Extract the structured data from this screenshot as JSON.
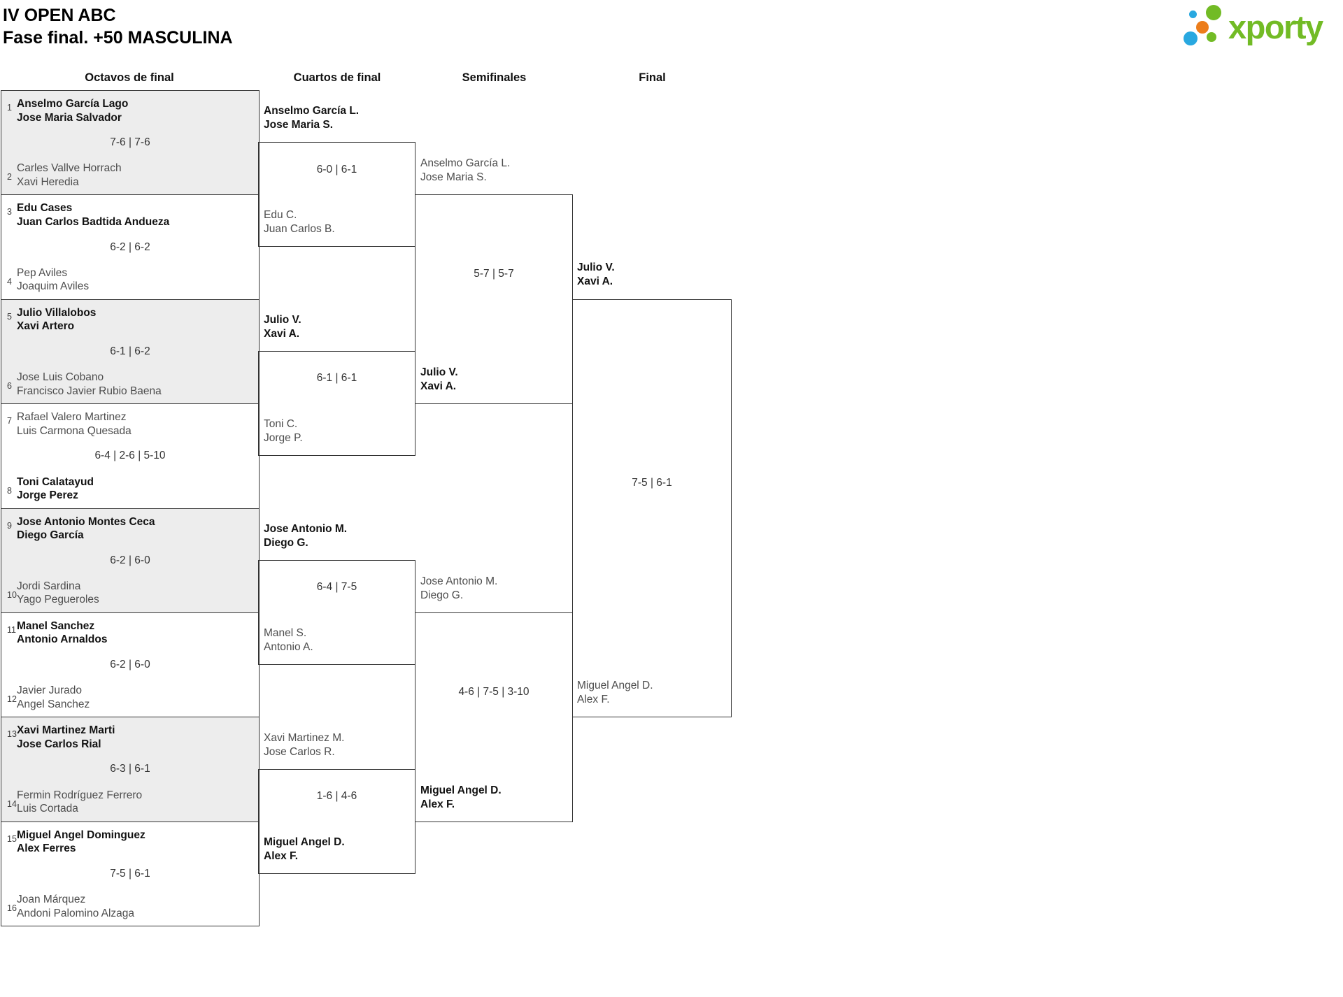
{
  "header": {
    "title_line1": "IV OPEN ABC",
    "title_line2": "Fase final. +50 MASCULINA"
  },
  "logo": {
    "text": "xporty",
    "colors": {
      "green": "#72bb25",
      "blue": "#29a8e0",
      "orange": "#ec7d1b"
    }
  },
  "round_headers": [
    "Octavos de final",
    "Cuartos de final",
    "Semifinales",
    "Final"
  ],
  "r16": [
    {
      "seed_top": "1",
      "top": [
        "Anselmo García Lago",
        "Jose Maria Salvador"
      ],
      "score": "7-6 | 7-6",
      "seed_bottom": "2",
      "bottom": [
        "Carles Vallve Horrach",
        "Xavi Heredia"
      ],
      "winner": "top"
    },
    {
      "seed_top": "3",
      "top": [
        "Edu Cases",
        "Juan Carlos Badtida Andueza"
      ],
      "score": "6-2 | 6-2",
      "seed_bottom": "4",
      "bottom": [
        "Pep Aviles",
        "Joaquim Aviles"
      ],
      "winner": "top"
    },
    {
      "seed_top": "5",
      "top": [
        "Julio Villalobos",
        "Xavi Artero"
      ],
      "score": "6-1 | 6-2",
      "seed_bottom": "6",
      "bottom": [
        "Jose Luis Cobano",
        "Francisco Javier Rubio Baena"
      ],
      "winner": "top"
    },
    {
      "seed_top": "7",
      "top": [
        "Rafael Valero Martinez",
        "Luis Carmona Quesada"
      ],
      "score": "6-4 | 2-6 | 5-10",
      "seed_bottom": "8",
      "bottom": [
        "Toni Calatayud",
        "Jorge Perez"
      ],
      "winner": "bottom"
    },
    {
      "seed_top": "9",
      "top": [
        "Jose Antonio Montes Ceca",
        "Diego García"
      ],
      "score": "6-2 | 6-0",
      "seed_bottom": "10",
      "bottom": [
        "Jordi Sardina",
        "Yago Pegueroles"
      ],
      "winner": "top"
    },
    {
      "seed_top": "11",
      "top": [
        "Manel Sanchez",
        "Antonio Arnaldos"
      ],
      "score": "6-2 | 6-0",
      "seed_bottom": "12",
      "bottom": [
        "Javier Jurado",
        "Angel Sanchez"
      ],
      "winner": "top"
    },
    {
      "seed_top": "13",
      "top": [
        "Xavi Martinez Marti",
        "Jose Carlos Rial"
      ],
      "score": "6-3 | 6-1",
      "seed_bottom": "14",
      "bottom": [
        "Fermin Rodríguez Ferrero",
        "Luis Cortada"
      ],
      "winner": "top"
    },
    {
      "seed_top": "15",
      "top": [
        "Miguel Angel Dominguez",
        "Alex Ferres"
      ],
      "score": "7-5 | 6-1",
      "seed_bottom": "16",
      "bottom": [
        "Joan Márquez",
        "Andoni Palomino Alzaga"
      ],
      "winner": "top"
    }
  ],
  "qf": [
    {
      "top": [
        "Anselmo García L.",
        "Jose Maria S."
      ],
      "score": "6-0 | 6-1",
      "bottom": [
        "Edu C.",
        "Juan Carlos B."
      ],
      "winner": "top"
    },
    {
      "top": [
        "Julio V.",
        "Xavi A."
      ],
      "score": "6-1 | 6-1",
      "bottom": [
        "Toni C.",
        "Jorge P."
      ],
      "winner": "top"
    },
    {
      "top": [
        "Jose Antonio M.",
        "Diego G."
      ],
      "score": "6-4 | 7-5",
      "bottom": [
        "Manel S.",
        "Antonio A."
      ],
      "winner": "top"
    },
    {
      "top": [
        "Xavi Martinez M.",
        "Jose Carlos R."
      ],
      "score": "1-6 | 4-6",
      "bottom": [
        "Miguel Angel D.",
        "Alex F."
      ],
      "winner": "bottom"
    }
  ],
  "sf": [
    {
      "top": [
        "Anselmo García L.",
        "Jose Maria S."
      ],
      "score": "5-7 | 5-7",
      "bottom": [
        "Julio V.",
        "Xavi A."
      ],
      "winner": "bottom"
    },
    {
      "top": [
        "Jose Antonio M.",
        "Diego G."
      ],
      "score": "4-6 | 7-5 | 3-10",
      "bottom": [
        "Miguel Angel D.",
        "Alex F."
      ],
      "winner": "bottom"
    }
  ],
  "final": {
    "top": [
      "Julio V.",
      "Xavi A."
    ],
    "score": "7-5 | 6-1",
    "bottom": [
      "Miguel Angel D.",
      "Alex F."
    ],
    "winner": "top"
  }
}
